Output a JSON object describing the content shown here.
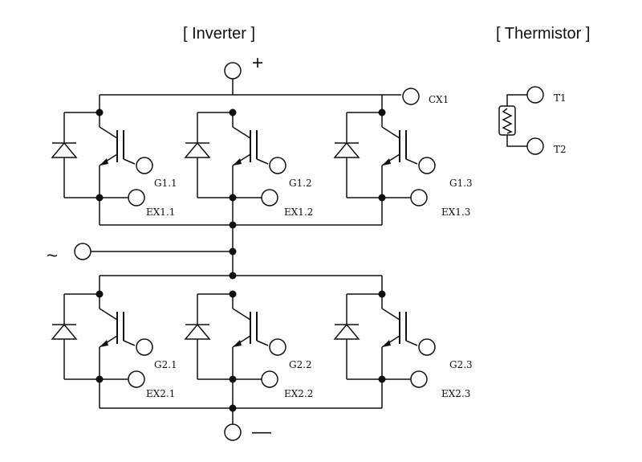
{
  "headers": {
    "inverter": "[ Inverter ]",
    "thermistor": "[ Thermistor ]"
  },
  "terminals": {
    "plus": "+",
    "minus": "—",
    "ac": "~",
    "cx1": "CX1",
    "t1": "T1",
    "t2": "T2"
  },
  "upper_switches": [
    {
      "gate": "G1.1",
      "emitter": "EX1.1"
    },
    {
      "gate": "G1.2",
      "emitter": "EX1.2"
    },
    {
      "gate": "G1.3",
      "emitter": "EX1.3"
    }
  ],
  "lower_switches": [
    {
      "gate": "G2.1",
      "emitter": "EX2.1"
    },
    {
      "gate": "G2.2",
      "emitter": "EX2.2"
    },
    {
      "gate": "G2.3",
      "emitter": "EX2.3"
    }
  ]
}
